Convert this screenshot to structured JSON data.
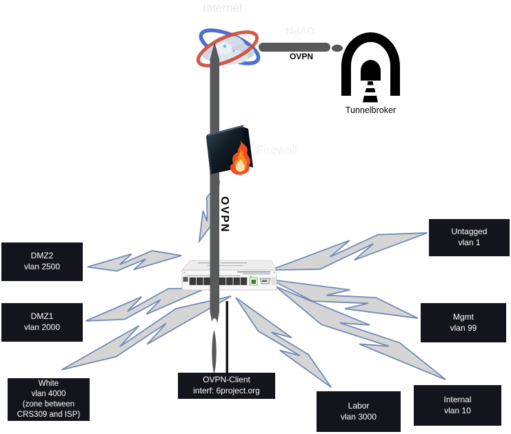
{
  "labels": {
    "internet": "Internet",
    "firewall": "Firewall",
    "ovpn_wan": "OVPN",
    "ovpn_wan_faded": "OVPN",
    "ovpn_lan": "OVPN",
    "tunnelbroker": "Tunnelbroker"
  },
  "nodes": {
    "dmz2": {
      "name": "DMZ2",
      "vlan": "vlan 2500"
    },
    "dmz1": {
      "name": "DMZ1",
      "vlan": "vlan 2000"
    },
    "white": {
      "name": "White",
      "vlan": "vlan 4000",
      "note_line1": "(zone between",
      "note_line2": "CRS309 and ISP)"
    },
    "untagged": {
      "name": "Untagged",
      "vlan": "vlan 1"
    },
    "mgmt": {
      "name": "Mgmt",
      "vlan": "vlan 99"
    },
    "internal": {
      "name": "Internal",
      "vlan": "vlan 10"
    },
    "labor": {
      "name": "Labor",
      "vlan": "vlan 3000"
    },
    "ovpn_client": {
      "name": "OVPN-Client",
      "interface": "interf: 6project.org"
    }
  },
  "colors": {
    "bolt_fill": "#d5d5d5",
    "bolt_stroke": "#7289b8",
    "node_box_bg": "#14141c",
    "pipe_gray": "#58595b",
    "flame_orange": "#f4731f",
    "ghost_text": "#e7e7e7"
  }
}
